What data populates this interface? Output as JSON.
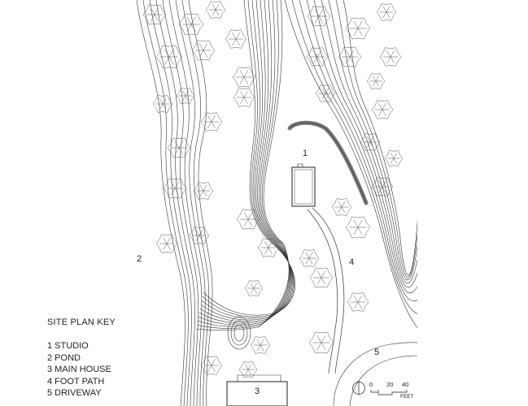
{
  "key": {
    "title": "SITE PLAN KEY",
    "items": [
      "1 STUDIO",
      "2 POND",
      "3 MAIN HOUSE",
      "4 FOOT PATH",
      "5 DRIVEWAY"
    ]
  },
  "labels": {
    "studio": "1",
    "pond": "2",
    "main_house": "3",
    "foot_path": "4",
    "driveway": "5"
  },
  "scale": {
    "ticks": [
      "0",
      "20",
      "40"
    ],
    "unit": "FEET"
  }
}
